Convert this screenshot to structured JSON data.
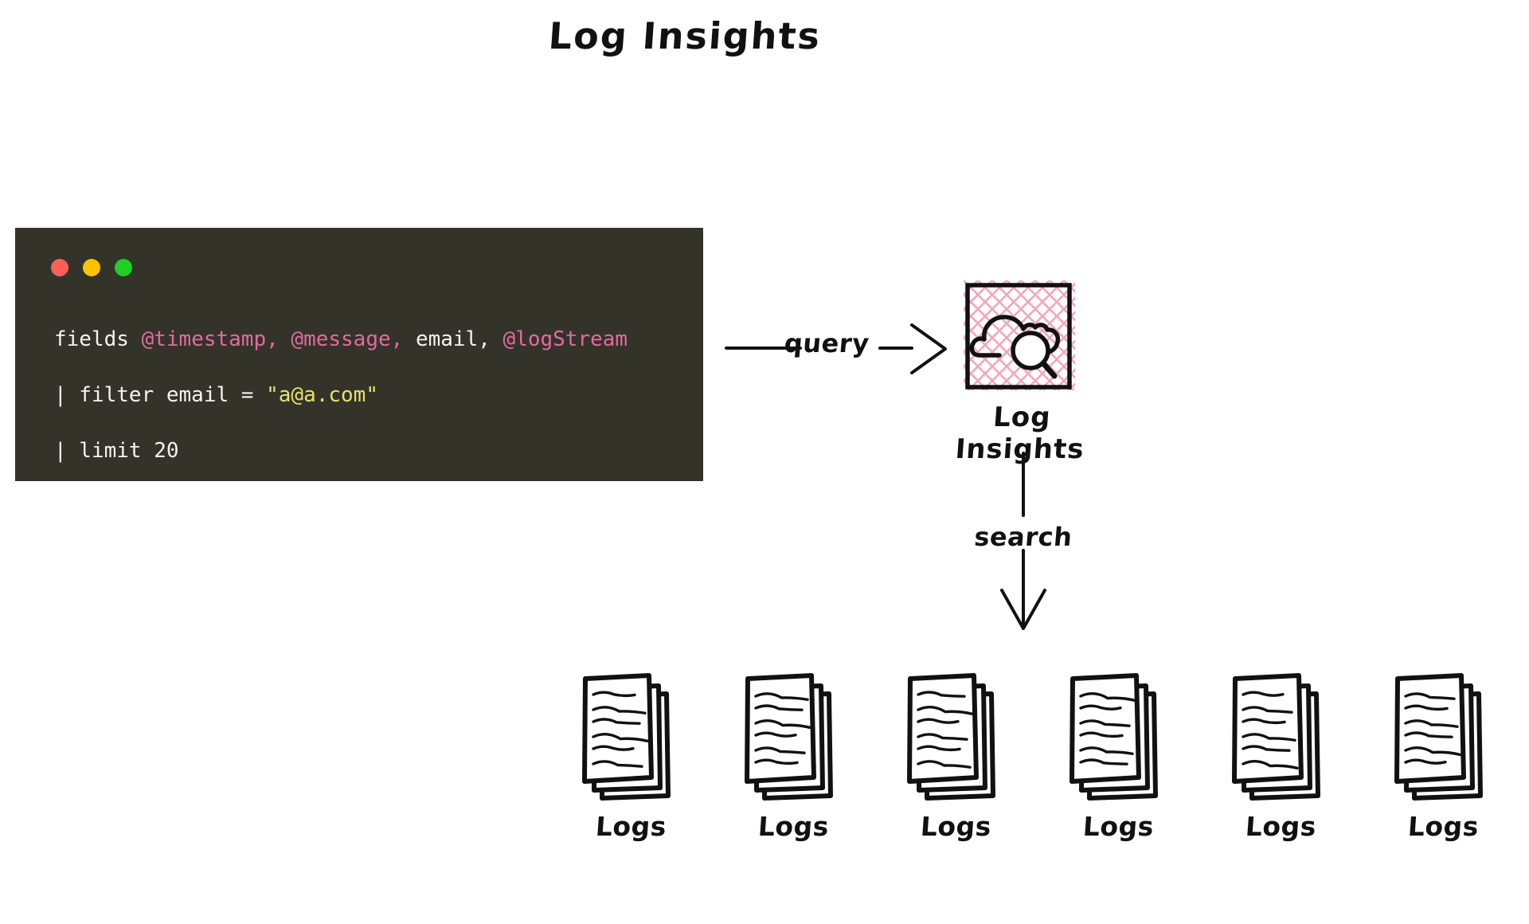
{
  "title": "Log Insights",
  "colors": {
    "code_background": "#33332a",
    "code_text": "#f4f4ee",
    "code_field": "#e06c9f",
    "code_string": "#e3e36a",
    "dot_close": "#ff5f56",
    "dot_minimize": "#ffc300",
    "dot_maximize": "#1ed124",
    "hatch_pink": "#f2a7bd",
    "stroke": "#111111",
    "canvas": "#ffffff"
  },
  "code_window": {
    "dots": [
      {
        "name": "close",
        "color": "#ff5f56"
      },
      {
        "name": "minimize",
        "color": "#ffc300"
      },
      {
        "name": "maximize",
        "color": "#1ed124"
      }
    ],
    "lines": [
      [
        {
          "text": "fields ",
          "kind": "plain"
        },
        {
          "text": "@timestamp, @message,",
          "kind": "field"
        },
        {
          "text": " email, ",
          "kind": "plain"
        },
        {
          "text": "@logStream",
          "kind": "field"
        }
      ],
      [
        {
          "text": "| filter email = ",
          "kind": "plain"
        },
        {
          "text": "\"a@a.com\"",
          "kind": "string"
        }
      ],
      [
        {
          "text": "| limit 20",
          "kind": "plain"
        }
      ]
    ]
  },
  "edges": {
    "query": {
      "label": "query",
      "direction": "right"
    },
    "search": {
      "label": "search",
      "direction": "down"
    }
  },
  "nodes": {
    "log_insights": {
      "label": "Log Insights",
      "icon": "cloud-search-icon"
    },
    "logs": [
      {
        "label": "Logs",
        "icon": "document-stack-icon"
      },
      {
        "label": "Logs",
        "icon": "document-stack-icon"
      },
      {
        "label": "Logs",
        "icon": "document-stack-icon"
      },
      {
        "label": "Logs",
        "icon": "document-stack-icon"
      },
      {
        "label": "Logs",
        "icon": "document-stack-icon"
      },
      {
        "label": "Logs",
        "icon": "document-stack-icon"
      }
    ]
  }
}
